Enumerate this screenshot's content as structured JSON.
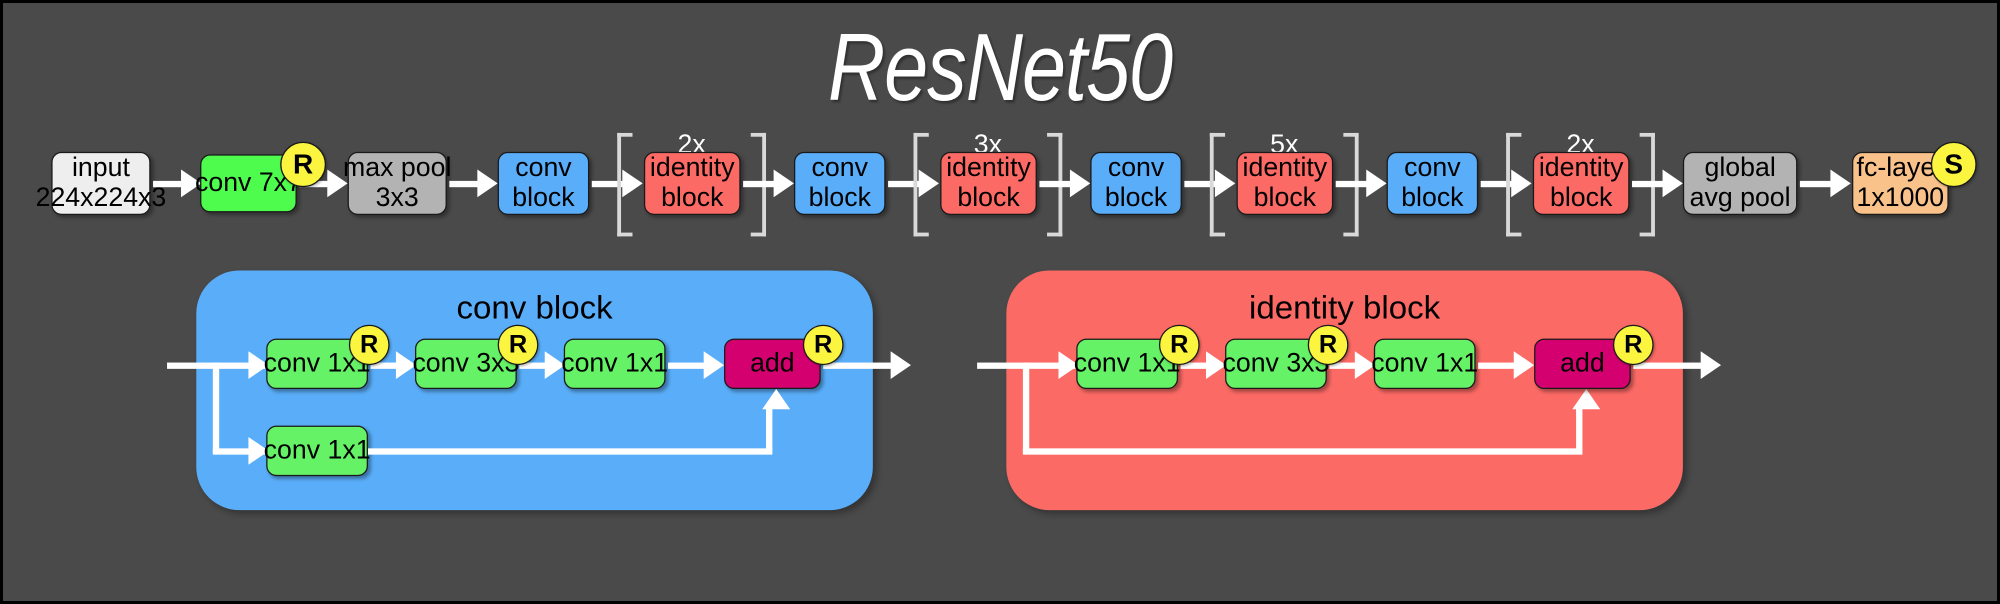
{
  "title": "ResNet50",
  "colors": {
    "background": "#4a4a4a",
    "input": "#eeeeee",
    "conv_green": "#4dfc4d",
    "pool_gray": "#b3b3b3",
    "conv_block_blue": "#5aaef9",
    "identity_block_red": "#fc6a65",
    "fc_orange": "#f9c28b",
    "add_magenta": "#d40070",
    "badge_yellow": "#fbf53f",
    "arrow_white": "#ffffff"
  },
  "pipeline": {
    "nodes": [
      {
        "id": "input",
        "lines": [
          "input",
          "224x224x3"
        ],
        "style": "input",
        "badge": null
      },
      {
        "id": "conv7x7",
        "lines": [
          "conv 7x7"
        ],
        "style": "green",
        "badge": "R"
      },
      {
        "id": "maxpool",
        "lines": [
          "max pool",
          "3x3"
        ],
        "style": "gray",
        "badge": null
      },
      {
        "id": "convblock1",
        "lines": [
          "conv",
          "block"
        ],
        "style": "conv",
        "badge": null
      },
      {
        "id": "identblock1",
        "lines": [
          "identity",
          "block"
        ],
        "style": "identity",
        "badge": null,
        "repeat": "2x"
      },
      {
        "id": "convblock2",
        "lines": [
          "conv",
          "block"
        ],
        "style": "conv",
        "badge": null
      },
      {
        "id": "identblock2",
        "lines": [
          "identity",
          "block"
        ],
        "style": "identity",
        "badge": null,
        "repeat": "3x"
      },
      {
        "id": "convblock3",
        "lines": [
          "conv",
          "block"
        ],
        "style": "conv",
        "badge": null
      },
      {
        "id": "identblock3",
        "lines": [
          "identity",
          "block"
        ],
        "style": "identity",
        "badge": null,
        "repeat": "5x"
      },
      {
        "id": "convblock4",
        "lines": [
          "conv",
          "block"
        ],
        "style": "conv",
        "badge": null
      },
      {
        "id": "identblock4",
        "lines": [
          "identity",
          "block"
        ],
        "style": "identity",
        "badge": null,
        "repeat": "2x"
      },
      {
        "id": "globalavgpool",
        "lines": [
          "global",
          "avg pool"
        ],
        "style": "gray",
        "badge": null
      },
      {
        "id": "fclayer",
        "lines": [
          "fc-layer",
          "1x1000"
        ],
        "style": "fc",
        "badge": "S"
      }
    ],
    "repeat_labels": [
      "2x",
      "3x",
      "5x",
      "2x"
    ],
    "badges": {
      "relu": "R",
      "softmax": "S"
    }
  },
  "conv_block_panel": {
    "title": "conv block",
    "main_path": [
      {
        "label": "conv 1x1",
        "badge": "R"
      },
      {
        "label": "conv 3x3",
        "badge": "R"
      },
      {
        "label": "conv 1x1",
        "badge": null
      },
      {
        "label": "add",
        "badge": "R"
      }
    ],
    "skip_path": [
      {
        "label": "conv 1x1",
        "badge": null
      }
    ]
  },
  "identity_block_panel": {
    "title": "identity block",
    "main_path": [
      {
        "label": "conv 1x1",
        "badge": "R"
      },
      {
        "label": "conv 3x3",
        "badge": "R"
      },
      {
        "label": "conv 1x1",
        "badge": null
      },
      {
        "label": "add",
        "badge": "R"
      }
    ],
    "skip_path": []
  }
}
